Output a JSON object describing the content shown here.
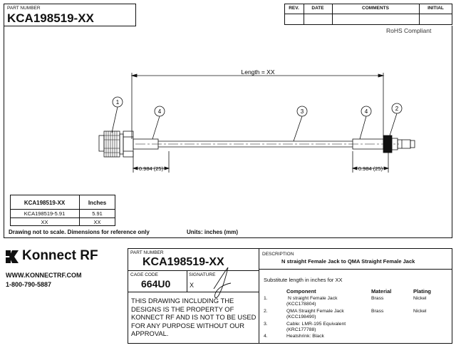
{
  "header": {
    "part_number_label": "PART NUMBER",
    "part_number": "KCA198519-XX",
    "revision_columns": [
      "REV.",
      "DATE",
      "COMMENTS",
      "INITIAL"
    ],
    "rohs": "RoHS Compliant"
  },
  "drawing": {
    "length_label": "Length = XX",
    "dimension_left": "0.984 (25)",
    "dimension_right": "0.984 (25)",
    "callouts": [
      "1",
      "4",
      "3",
      "4",
      "2"
    ]
  },
  "length_table": {
    "headers": [
      "KCA198519-XX",
      "Inches"
    ],
    "rows": [
      [
        "KCA198519-5.91",
        "5.91"
      ],
      [
        "XX",
        "XX"
      ]
    ]
  },
  "notes": {
    "scale_note": "Drawing not to scale. Dimensions for reference only",
    "units_note": "Units: inches (mm)"
  },
  "brand": {
    "name": "Konnect RF",
    "website": "WWW.KONNECTRF.COM",
    "phone": "1-800-790-5887"
  },
  "title_block": {
    "part_number_label": "PART NUMBER",
    "part_number": "KCA198519-XX",
    "cage_code_label": "CAGE CODE",
    "cage_code": "664U0",
    "signature_label": "SIGNATURE",
    "signature_prefix": "X",
    "property_notice": "THIS DRAWING INCLUDING THE DESIGNS IS THE PROPERTY OF KONNECT RF AND IS NOT TO BE USED FOR ANY PURPOSE WITHOUT OUR APPROVAL.",
    "description_label": "DESCRIPTION",
    "description": "N straight Female Jack to QMA Straight Female Jack",
    "substitute_note": "Substitute length in inches for XX"
  },
  "components": {
    "headers": [
      "Component",
      "Material",
      "Plating"
    ],
    "items": [
      {
        "num": "1.",
        "line1": "N straight Female Jack",
        "line2": "(KCC178804)",
        "material": "Brass",
        "plating": "Nickel"
      },
      {
        "num": "2.",
        "line1": "QMA Straight Female Jack",
        "line2": "(KCC198490)",
        "material": "Brass",
        "plating": "Nickel"
      },
      {
        "num": "3.",
        "line1": "Cable: LMR-195 Equivalent",
        "line2": "(KRC177788)",
        "material": "",
        "plating": ""
      },
      {
        "num": "4.",
        "line1": "Heatshrink: Black",
        "line2": "",
        "material": "",
        "plating": ""
      }
    ]
  }
}
